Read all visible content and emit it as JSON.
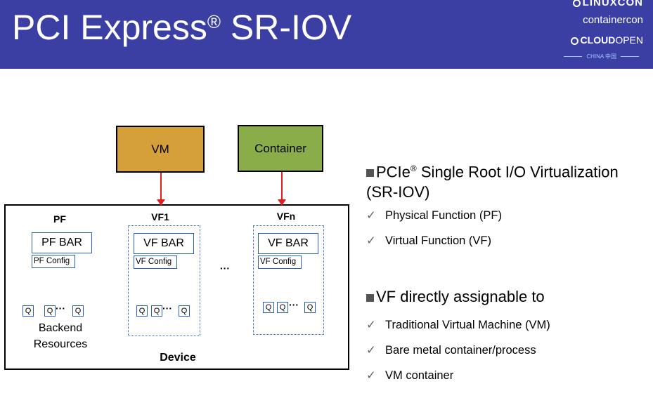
{
  "slide": {
    "title": "PCI Express",
    "title_sup": "®",
    "title_suffix": " SR-IOV",
    "logos": {
      "line1": "LINUXCON",
      "line2": "containercon",
      "line3_bold": "CLOUD",
      "line3_light": "OPEN",
      "line4": "CHINA 中国"
    }
  },
  "diagram": {
    "vm_label": "VM",
    "container_label": "Container",
    "pf": {
      "header": "PF",
      "bar": "PF BAR",
      "config": "PF Config",
      "queues": [
        "Q",
        "Q",
        "Q"
      ],
      "dots": "···",
      "backend_line1": "Backend",
      "backend_line2": "Resources"
    },
    "vf1": {
      "header": "VF1",
      "bar": "VF BAR",
      "config": "VF Config",
      "queues": [
        "Q",
        "Q",
        "Q"
      ],
      "dots": "···"
    },
    "vfn": {
      "header": "VFn",
      "bar": "VF BAR",
      "config": "VF Config",
      "queues": [
        "Q",
        "Q",
        "Q"
      ],
      "dots": "···"
    },
    "middle_dots": "···",
    "device_label": "Device"
  },
  "bullets": {
    "group1": {
      "heading": "PCIe",
      "heading_sup": "®",
      "heading_rest": " Single Root I/O Virtualization",
      "heading_line2": "(SR-IOV)",
      "items": [
        "Physical Function (PF)",
        "Virtual Function (VF)"
      ]
    },
    "group2": {
      "heading": "VF directly assignable to",
      "items": [
        "Traditional Virtual Machine (VM)",
        "Bare metal container/process",
        "VM container"
      ]
    },
    "check_glyph": "✓"
  },
  "colors": {
    "header_bg": "#3b3fa3",
    "vm_fill": "#d59f3a",
    "container_fill": "#8aad4a",
    "arrow": "#e02020",
    "vf_border": "#2b5fb5"
  }
}
